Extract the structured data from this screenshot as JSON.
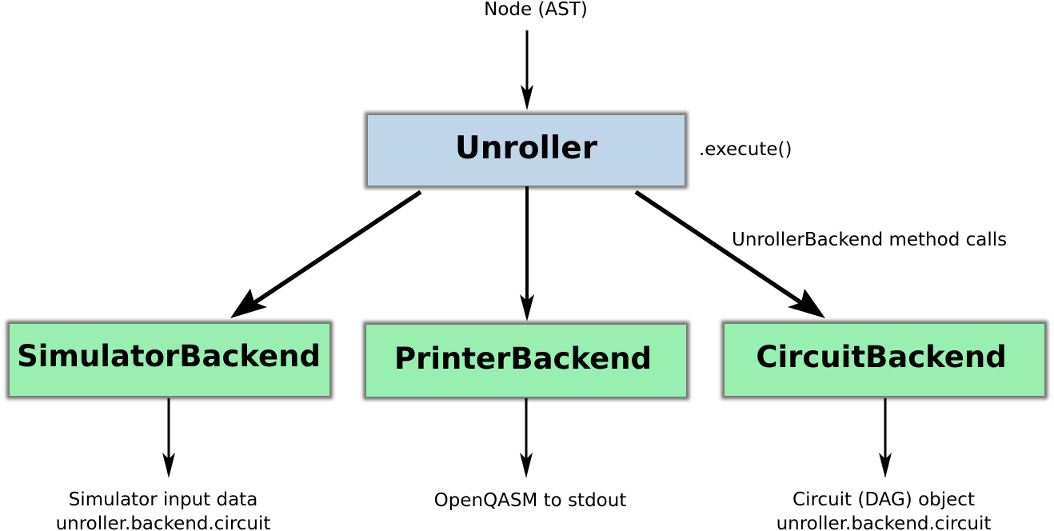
{
  "input_label": "Node (AST)",
  "unroller": {
    "title": "Unroller",
    "method_label": ".execute()",
    "color": "#bfd5e8"
  },
  "calls_label": "UnrollerBackend method calls",
  "backend_color": "#99efb0",
  "backends": [
    {
      "title": "SimulatorBackend",
      "output_line1": "Simulator input data",
      "output_line2": "unroller.backend.circuit"
    },
    {
      "title": "PrinterBackend",
      "output_line1": "OpenQASM to stdout",
      "output_line2": ""
    },
    {
      "title": "CircuitBackend",
      "output_line1": "Circuit (DAG) object",
      "output_line2": "unroller.backend.circuit"
    }
  ]
}
